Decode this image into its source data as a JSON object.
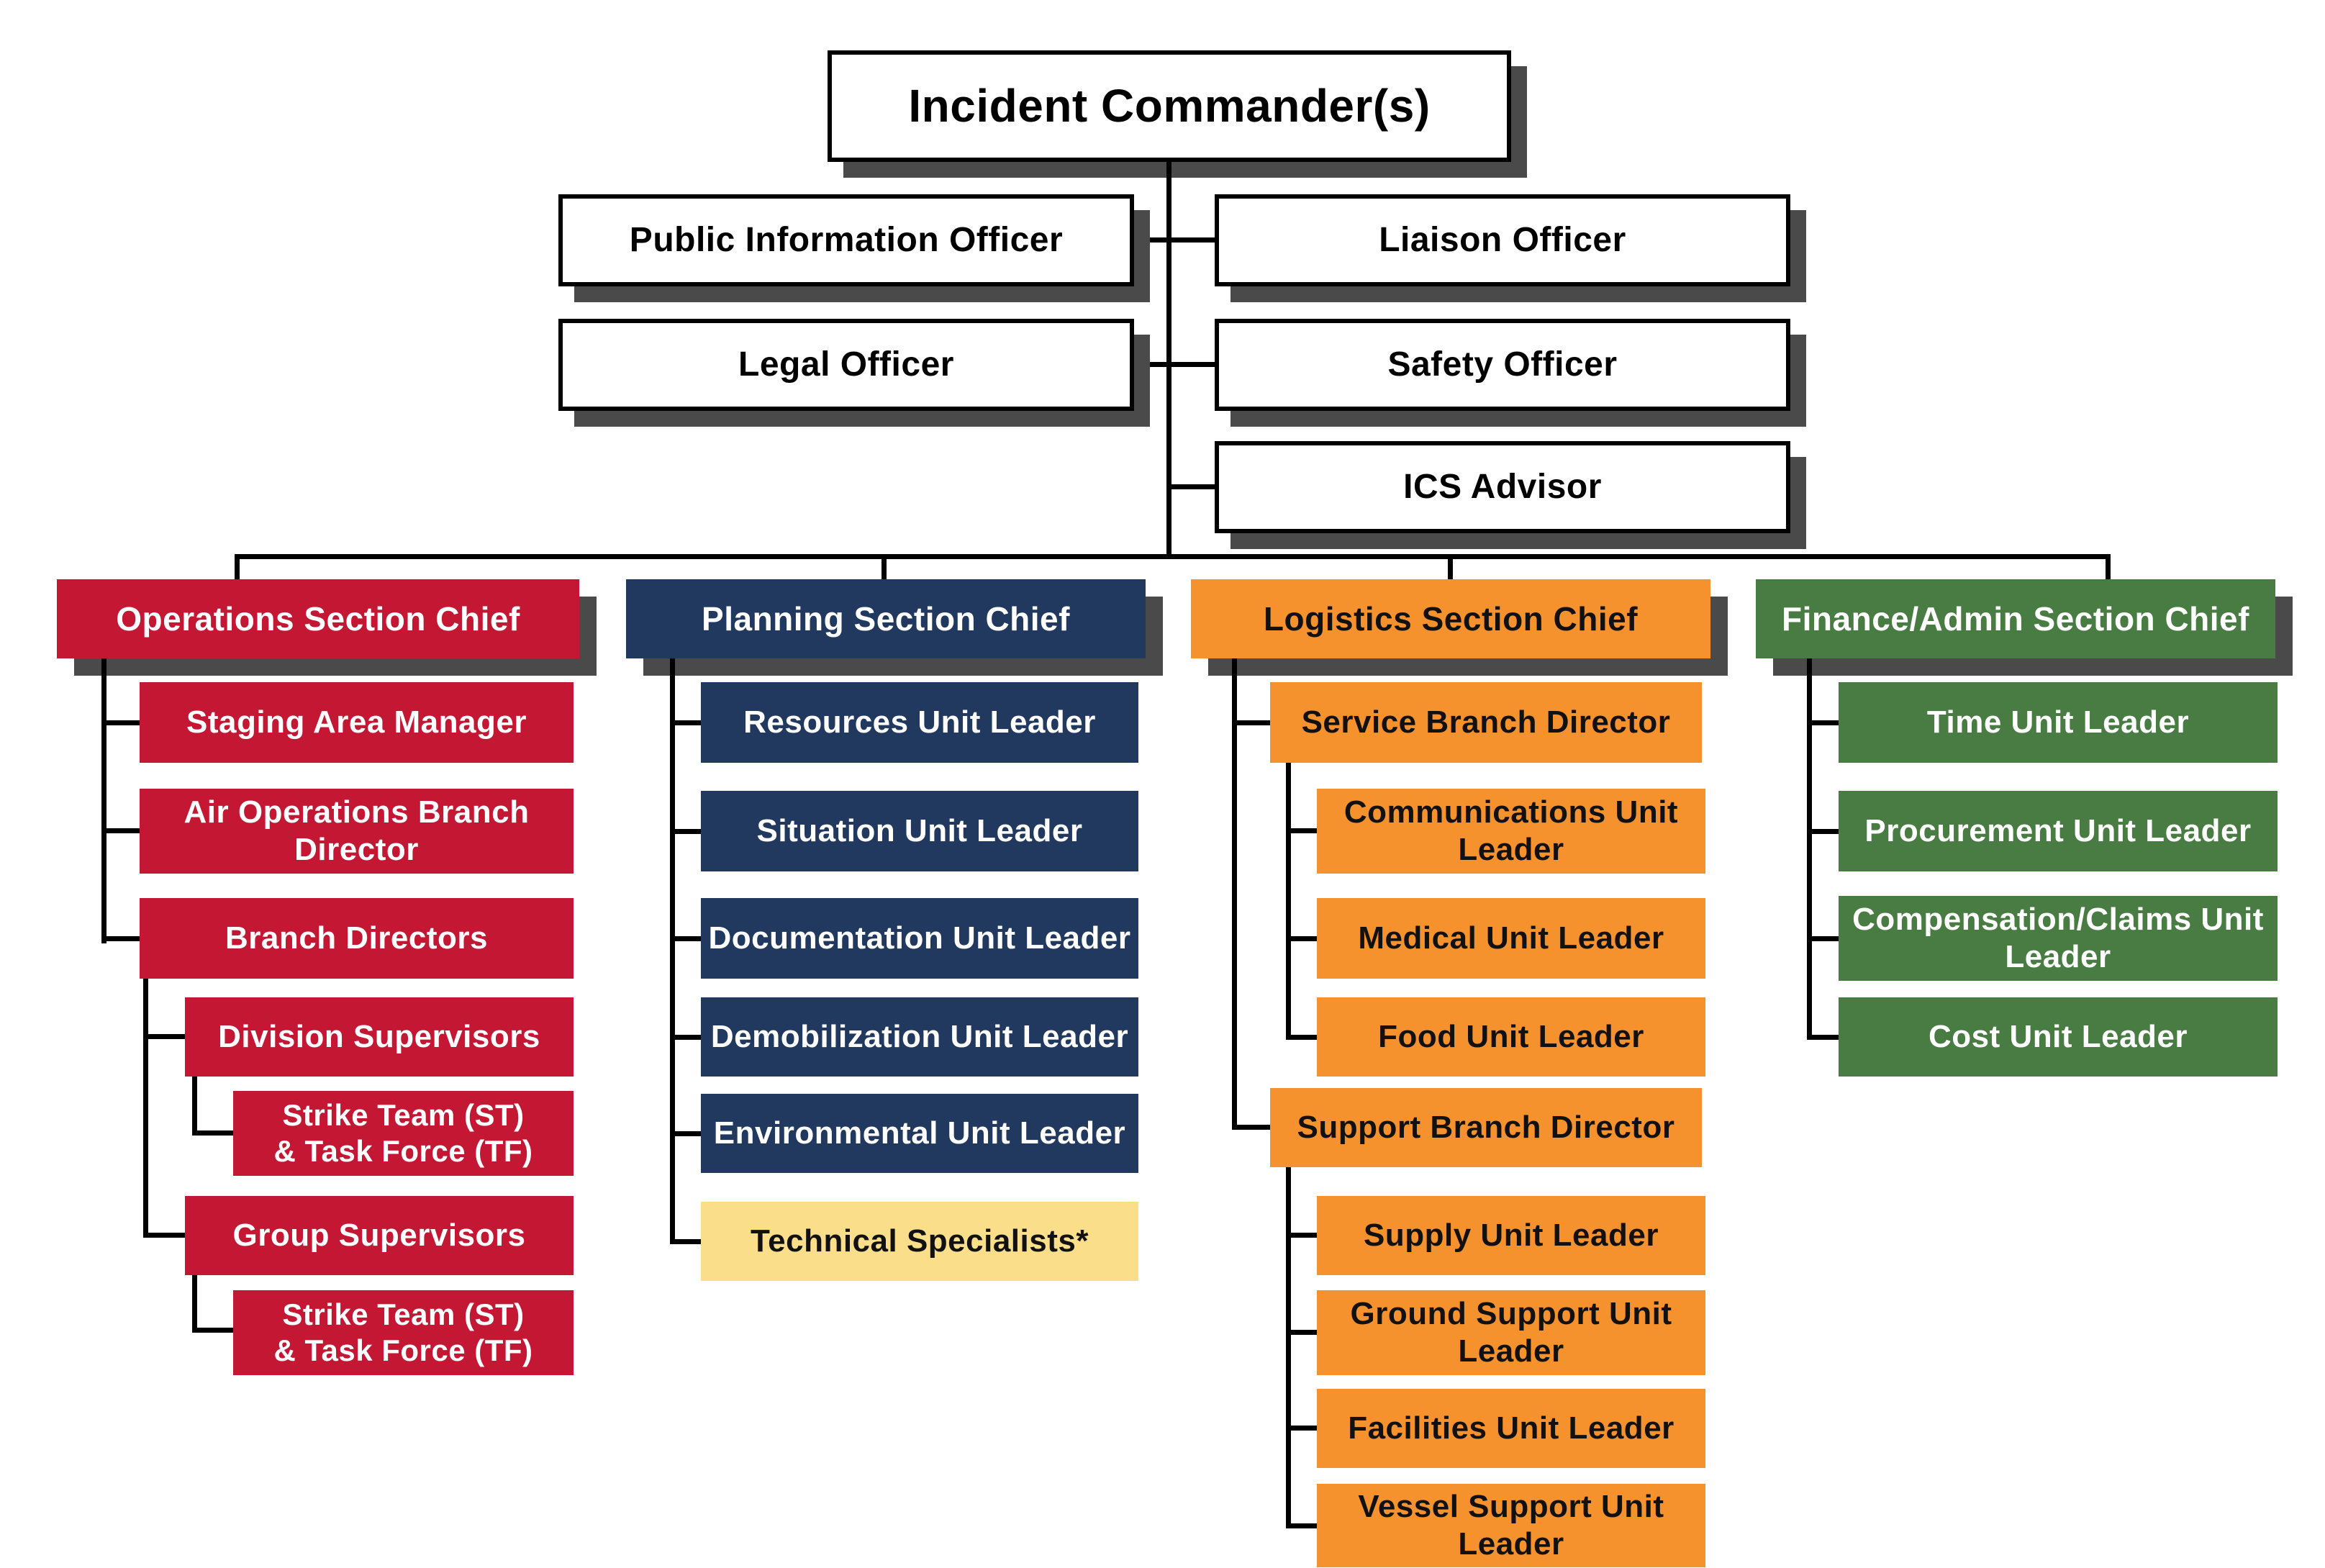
{
  "palette": {
    "operations_red": "#C41733",
    "planning_navy": "#21395E",
    "logistics_orange": "#F5922D",
    "finance_green": "#487C42",
    "technical_yellow": "#FBDE8A",
    "shadow_gray": "#4A4A4A",
    "connector_black": "#000000",
    "command_box_white": "#FFFFFF"
  },
  "org": {
    "root": {
      "label": "Incident Commander(s)"
    },
    "officers": {
      "pio": {
        "label": "Public Information Officer"
      },
      "liaison": {
        "label": "Liaison Officer"
      },
      "legal": {
        "label": "Legal Officer"
      },
      "safety": {
        "label": "Safety Officer"
      },
      "advisor": {
        "label": "ICS Advisor"
      }
    },
    "sections": {
      "operations": {
        "label": "Operations Section Chief",
        "children": {
          "staging": {
            "label": "Staging Area Manager"
          },
          "air_ops": {
            "label": "Air Operations Branch\nDirector"
          },
          "branch_directors": {
            "label": "Branch Directors"
          },
          "division_supervisors": {
            "label": "Division Supervisors"
          },
          "strike_team_1": {
            "label": "Strike Team (ST)\n& Task Force (TF)"
          },
          "group_supervisors": {
            "label": "Group Supervisors"
          },
          "strike_team_2": {
            "label": "Strike Team (ST)\n& Task Force (TF)"
          }
        }
      },
      "planning": {
        "label": "Planning Section Chief",
        "children": {
          "resources": {
            "label": "Resources Unit Leader"
          },
          "situation": {
            "label": "Situation Unit Leader"
          },
          "documentation": {
            "label": "Documentation Unit Leader"
          },
          "demobilization": {
            "label": "Demobilization Unit Leader"
          },
          "environmental": {
            "label": "Environmental Unit Leader"
          },
          "technical": {
            "label": "Technical Specialists*"
          }
        }
      },
      "logistics": {
        "label": "Logistics Section Chief",
        "children": {
          "service": {
            "label": "Service Branch Director"
          },
          "communications": {
            "label": "Communications Unit\nLeader"
          },
          "medical": {
            "label": "Medical Unit Leader"
          },
          "food": {
            "label": "Food Unit Leader"
          },
          "support": {
            "label": "Support Branch Director"
          },
          "supply": {
            "label": "Supply Unit Leader"
          },
          "ground": {
            "label": "Ground Support Unit\nLeader"
          },
          "facilities": {
            "label": "Facilities Unit Leader"
          },
          "vessel": {
            "label": "Vessel Support Unit\nLeader"
          }
        }
      },
      "finance": {
        "label": "Finance/Admin Section Chief",
        "children": {
          "time": {
            "label": "Time Unit Leader"
          },
          "procurement": {
            "label": "Procurement Unit Leader"
          },
          "compensation": {
            "label": "Compensation/Claims Unit\nLeader"
          },
          "cost": {
            "label": "Cost Unit Leader"
          }
        }
      }
    }
  }
}
